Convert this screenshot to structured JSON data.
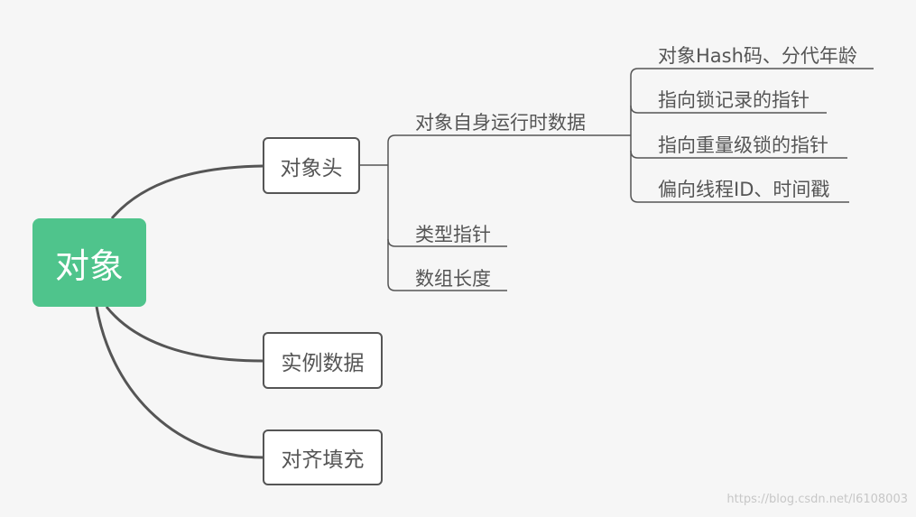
{
  "root": {
    "label": "对象"
  },
  "branches": [
    {
      "label": "对象头"
    },
    {
      "label": "实例数据"
    },
    {
      "label": "对齐填充"
    }
  ],
  "header_children": [
    {
      "label": "对象自身运行时数据"
    },
    {
      "label": "类型指针"
    },
    {
      "label": "数组长度"
    }
  ],
  "markword_children": [
    {
      "label": "对象Hash码、分代年龄"
    },
    {
      "label": "指向锁记录的指针"
    },
    {
      "label": "指向重量级锁的指针"
    },
    {
      "label": "偏向线程ID、时间戳"
    }
  ],
  "watermark": "https://blog.csdn.net/l6108003",
  "colors": {
    "root_fill": "#4fc48c",
    "line": "#555555",
    "text": "#555555",
    "background": "#f6f6f6"
  }
}
